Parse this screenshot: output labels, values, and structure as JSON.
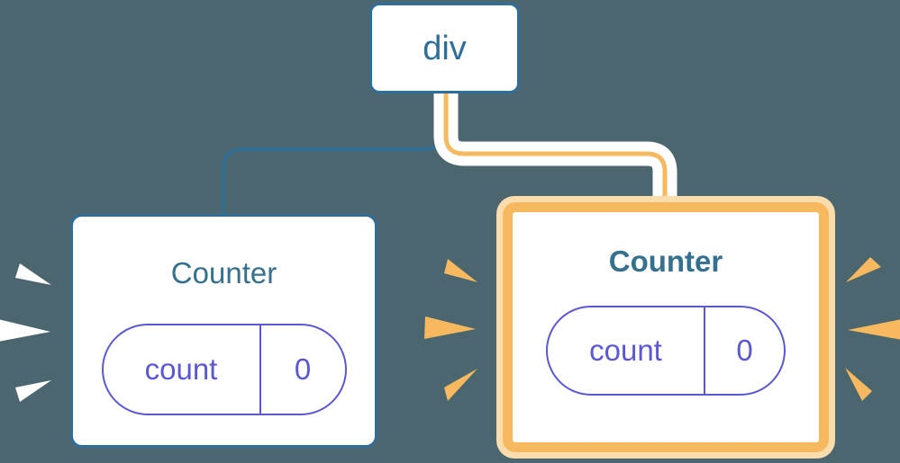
{
  "diagram": {
    "background_color": "#4C666F",
    "root_node": {
      "label": "div"
    },
    "children": [
      {
        "title": "Counter",
        "state": {
          "key": "count",
          "value": "0"
        },
        "highlighted": false
      },
      {
        "title": "Counter",
        "state": {
          "key": "count",
          "value": "0"
        },
        "highlighted": true
      }
    ],
    "colors": {
      "blue": "#2F6E99",
      "teal_text": "#35708E",
      "indigo": "#5B58D2",
      "orange": "#F6B95F",
      "pale_orange": "#FBDCAC",
      "card_white": "#FFFFFF"
    }
  }
}
